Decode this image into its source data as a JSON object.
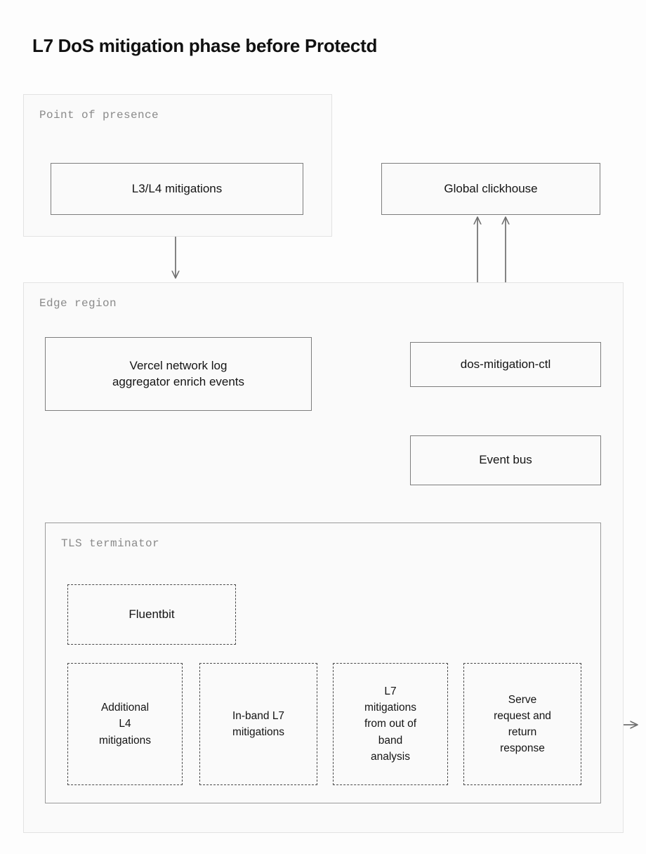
{
  "page": {
    "title": "L7 DoS mitigation phase before Protectd",
    "background": "#fdfdfd",
    "accent_line_color": "#6f6f6f",
    "group_fill": "#fafafa"
  },
  "groups": {
    "pop": {
      "label": "Point of presence"
    },
    "edge": {
      "label": "Edge region"
    },
    "tls": {
      "label": "TLS terminator"
    }
  },
  "nodes": {
    "l3l4": {
      "label": "L3/L4 mitigations"
    },
    "clickhouse": {
      "label": "Global clickhouse"
    },
    "aggregator": {
      "line1": "Vercel network log",
      "line2": "aggregator enrich events"
    },
    "dos_ctl": {
      "label": "dos-mitigation-ctl"
    },
    "event_bus": {
      "label": "Event bus"
    },
    "fluentbit": {
      "label": "Fluentbit"
    },
    "additional_l4": {
      "line1": "Additional",
      "line2": "L4",
      "line3": "mitigations"
    },
    "inband_l7": {
      "line1": "In-band L7",
      "line2": "mitigations"
    },
    "oob_l7": {
      "line1": "L7",
      "line2": "mitigations",
      "line3": "from out of",
      "line4": "band",
      "line5": "analysis"
    },
    "serve": {
      "line1": "Serve",
      "line2": "request and",
      "line3": "return",
      "line4": "response"
    }
  }
}
